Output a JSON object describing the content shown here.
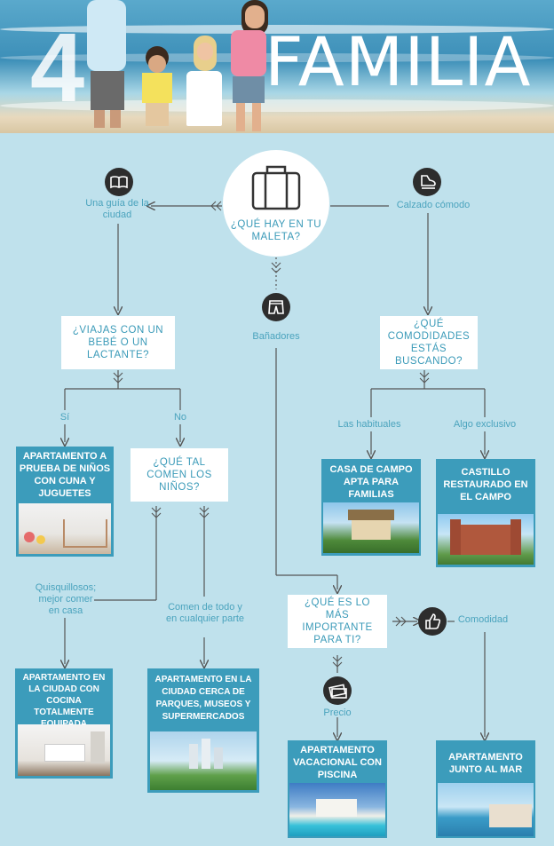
{
  "header": {
    "number": "4",
    "title": "FAMILIA"
  },
  "center": {
    "question": "¿QUÉ HAY EN TU MALETA?"
  },
  "branches": {
    "guide": "Una guía de la ciudad",
    "shoes": "Calzado cómodo",
    "swimwear": "Bañadores"
  },
  "left": {
    "question": "¿VIAJAS CON UN BEBÉ O UN LACTANTE?",
    "yes": "Sí",
    "no": "No",
    "baby_result": "APARTAMENTO A PRUEBA DE NIÑOS CON CUNA Y JUGUETES",
    "eat_question": "¿QUÉ TAL COMEN LOS NIÑOS?",
    "picky": "Quisquillosos; mejor comer en casa",
    "anything": "Comen de todo y en cualquier parte",
    "kitchen_result": "APARTAMENTO EN LA CIUDAD CON COCINA TOTALMENTE EQUIPADA",
    "parks_result": "APARTAMENTO EN LA CIUDAD CERCA DE PARQUES, MUSEOS Y SUPERMERCADOS"
  },
  "right": {
    "question": "¿QUÉ COMODIDADES ESTÁS BUSCANDO?",
    "usual": "Las habituales",
    "exclusive": "Algo exclusivo",
    "house_result": "CASA DE CAMPO APTA PARA FAMILIAS",
    "castle_result": "CASTILLO RESTAURADO EN EL CAMPO"
  },
  "middle": {
    "question": "¿QUÉ ES LO MÁS IMPORTANTE PARA TI?",
    "price": "Precio",
    "comfort": "Comodidad",
    "pool_result": "APARTAMENTO VACACIONAL CON PISCINA",
    "sea_result": "APARTAMENTO JUNTO AL MAR"
  },
  "colors": {
    "background": "#bfe1ec",
    "accent": "#3c9cbb",
    "line": "#555555",
    "icon_bg": "#2d2d2d"
  },
  "icons": [
    "suitcase-icon",
    "book-icon",
    "shoe-icon",
    "swim-shorts-icon",
    "thumbs-up-icon",
    "money-icon"
  ]
}
